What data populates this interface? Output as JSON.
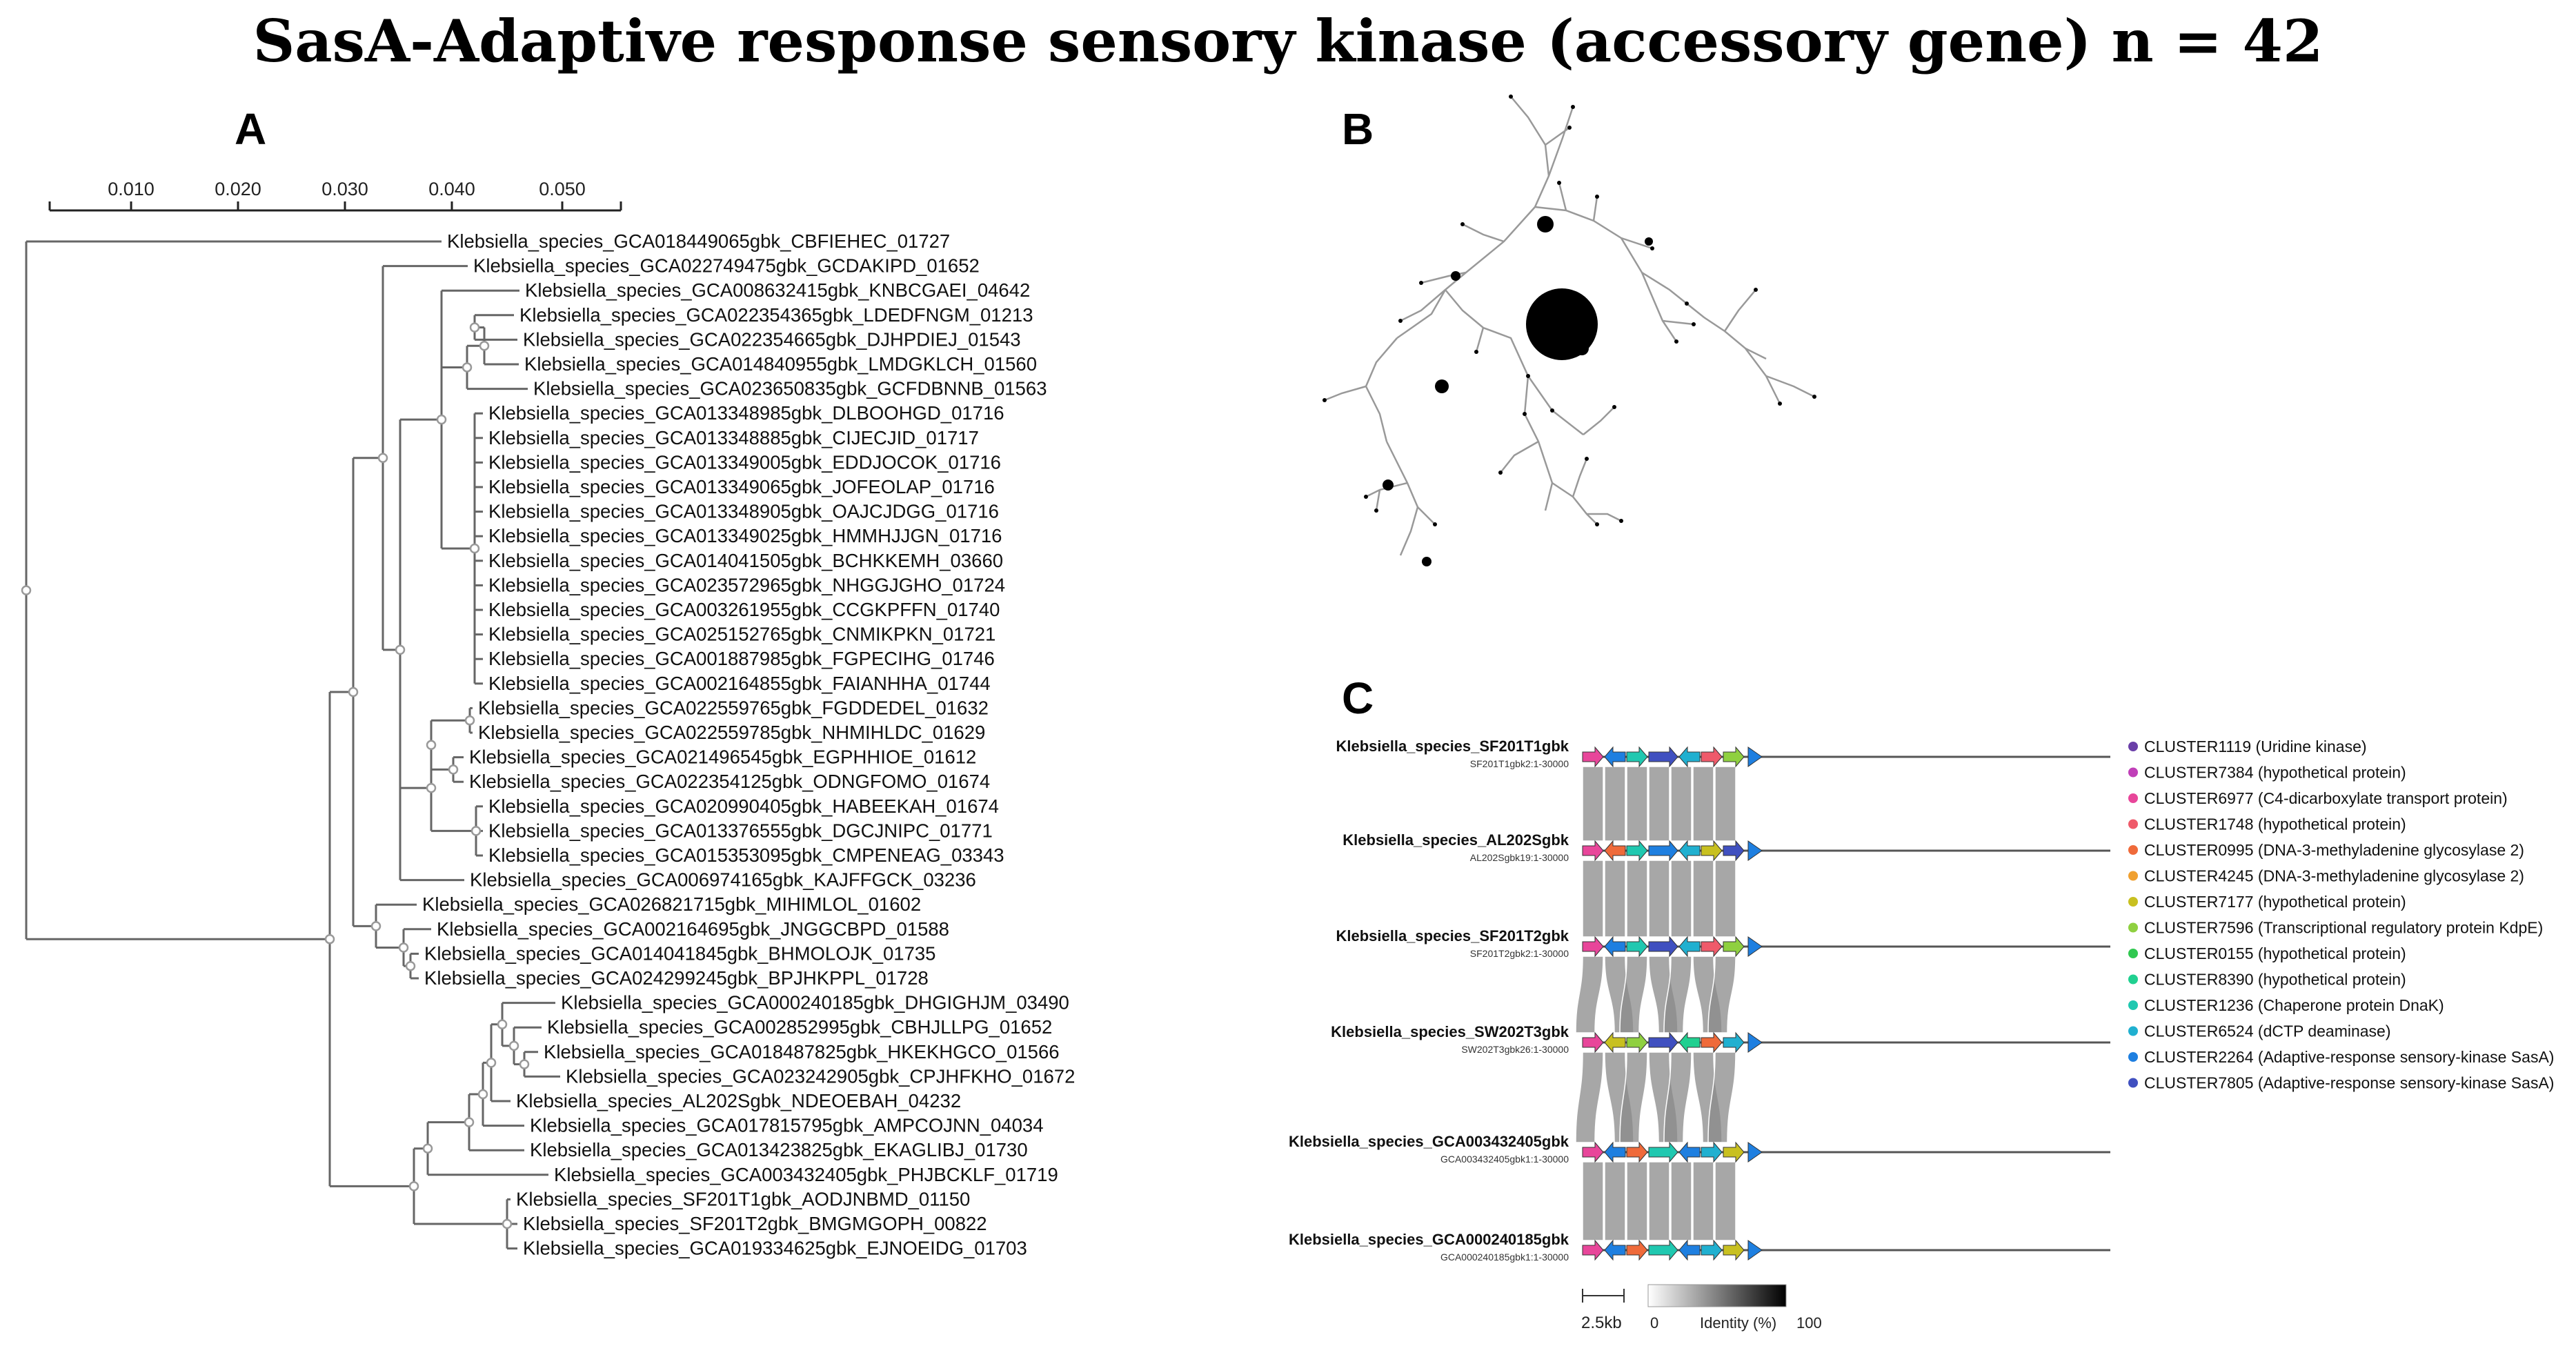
{
  "title": "SasA-Adaptive response sensory kinase (accessory gene) n = 42",
  "panels": {
    "a": "A",
    "b": "B",
    "c": "C"
  },
  "tree": {
    "scale_ticks": [
      "0.010",
      "0.020",
      "0.030",
      "0.040",
      "0.050"
    ],
    "leaves": [
      "Klebsiella_species_GCA018449065gbk_CBFIEHEC_01727",
      "Klebsiella_species_GCA022749475gbk_GCDAKIPD_01652",
      "Klebsiella_species_GCA008632415gbk_KNBCGAEI_04642",
      "Klebsiella_species_GCA022354365gbk_LDEDFNGM_01213",
      "Klebsiella_species_GCA022354665gbk_DJHPDIEJ_01543",
      "Klebsiella_species_GCA014840955gbk_LMDGKLCH_01560",
      "Klebsiella_species_GCA023650835gbk_GCFDBNNB_01563",
      "Klebsiella_species_GCA013348985gbk_DLBOOHGD_01716",
      "Klebsiella_species_GCA013348885gbk_CIJECJID_01717",
      "Klebsiella_species_GCA013349005gbk_EDDJOCOK_01716",
      "Klebsiella_species_GCA013349065gbk_JOFEOLAP_01716",
      "Klebsiella_species_GCA013348905gbk_OAJCJDGG_01716",
      "Klebsiella_species_GCA013349025gbk_HMMHJJGN_01716",
      "Klebsiella_species_GCA014041505gbk_BCHKKEMH_03660",
      "Klebsiella_species_GCA023572965gbk_NHGGJGHO_01724",
      "Klebsiella_species_GCA003261955gbk_CCGKPFFN_01740",
      "Klebsiella_species_GCA025152765gbk_CNMIKPKN_01721",
      "Klebsiella_species_GCA001887985gbk_FGPECIHG_01746",
      "Klebsiella_species_GCA002164855gbk_FAIANHHA_01744",
      "Klebsiella_species_GCA022559765gbk_FGDDEDEL_01632",
      "Klebsiella_species_GCA022559785gbk_NHMIHLDC_01629",
      "Klebsiella_species_GCA021496545gbk_EGPHHIOE_01612",
      "Klebsiella_species_GCA022354125gbk_ODNGFOMO_01674",
      "Klebsiella_species_GCA020990405gbk_HABEEKAH_01674",
      "Klebsiella_species_GCA013376555gbk_DGCJNIPC_01771",
      "Klebsiella_species_GCA015353095gbk_CMPENEAG_03343",
      "Klebsiella_species_GCA006974165gbk_KAJFFGCK_03236",
      "Klebsiella_species_GCA026821715gbk_MIHIMLOL_01602",
      "Klebsiella_species_GCA002164695gbk_JNGGCBPD_01588",
      "Klebsiella_species_GCA014041845gbk_BHMOLOJK_01735",
      "Klebsiella_species_GCA024299245gbk_BPJHKPPL_01728",
      "Klebsiella_species_GCA000240185gbk_DHGIGHJM_03490",
      "Klebsiella_species_GCA002852995gbk_CBHJLLPG_01652",
      "Klebsiella_species_GCA018487825gbk_HKEKHGCO_01566",
      "Klebsiella_species_GCA023242905gbk_CPJHFKHO_01672",
      "Klebsiella_species_AL202Sgbk_NDEOEBAH_04232",
      "Klebsiella_species_GCA017815795gbk_AMPCOJNN_04034",
      "Klebsiella_species_GCA013423825gbk_EKAGLIBJ_01730",
      "Klebsiella_species_GCA003432405gbk_PHJBCKLF_01719",
      "Klebsiella_species_SF201T1gbk_AODJNBMD_01150",
      "Klebsiella_species_SF201T2gbk_BMGMGOPH_00822",
      "Klebsiella_species_GCA019334625gbk_EJNOEIDG_01703"
    ]
  },
  "network": {},
  "synteny": {
    "tracks": [
      {
        "name": "Klebsiella_species_SF201T1gbk",
        "sub": "SF201T1gbk2:1-30000"
      },
      {
        "name": "Klebsiella_species_AL202Sgbk",
        "sub": "AL202Sgbk19:1-30000"
      },
      {
        "name": "Klebsiella_species_SF201T2gbk",
        "sub": "SF201T2gbk2:1-30000"
      },
      {
        "name": "Klebsiella_species_SW202T3gbk",
        "sub": "SW202T3gbk26:1-30000"
      },
      {
        "name": "Klebsiella_species_GCA003432405gbk",
        "sub": "GCA003432405gbk1:1-30000"
      },
      {
        "name": "Klebsiella_species_GCA000240185gbk",
        "sub": "GCA000240185gbk1:1-30000"
      }
    ],
    "scale_label": "2.5kb",
    "identity_label": "Identity (%)",
    "identity_min": "0",
    "identity_max": "100",
    "legend": [
      {
        "label": "CLUSTER1119 (Uridine kinase)",
        "color": "#6a3fa8"
      },
      {
        "label": "CLUSTER7384 (hypothetical protein)",
        "color": "#c03fb8"
      },
      {
        "label": "CLUSTER6977 (C4-dicarboxylate transport protein)",
        "color": "#e8469a"
      },
      {
        "label": "CLUSTER1748 (hypothetical protein)",
        "color": "#ef5a6a"
      },
      {
        "label": "CLUSTER0995 (DNA-3-methyladenine glycosylase 2)",
        "color": "#ef6a3a"
      },
      {
        "label": "CLUSTER4245 (DNA-3-methyladenine glycosylase 2)",
        "color": "#f0a030"
      },
      {
        "label": "CLUSTER7177 (hypothetical protein)",
        "color": "#c8c020"
      },
      {
        "label": "CLUSTER7596 (Transcriptional regulatory protein KdpE)",
        "color": "#8fd040"
      },
      {
        "label": "CLUSTER0155 (hypothetical protein)",
        "color": "#30c850"
      },
      {
        "label": "CLUSTER8390 (hypothetical protein)",
        "color": "#20d090"
      },
      {
        "label": "CLUSTER1236 (Chaperone protein DnaK)",
        "color": "#20c8b0"
      },
      {
        "label": "CLUSTER6524 (dCTP deaminase)",
        "color": "#20b0d0"
      },
      {
        "label": "CLUSTER2264 (Adaptive-response sensory-kinase SasA)",
        "color": "#1e7fe0"
      },
      {
        "label": "CLUSTER7805 (Adaptive-response sensory-kinase SasA)",
        "color": "#4050c0"
      }
    ]
  }
}
